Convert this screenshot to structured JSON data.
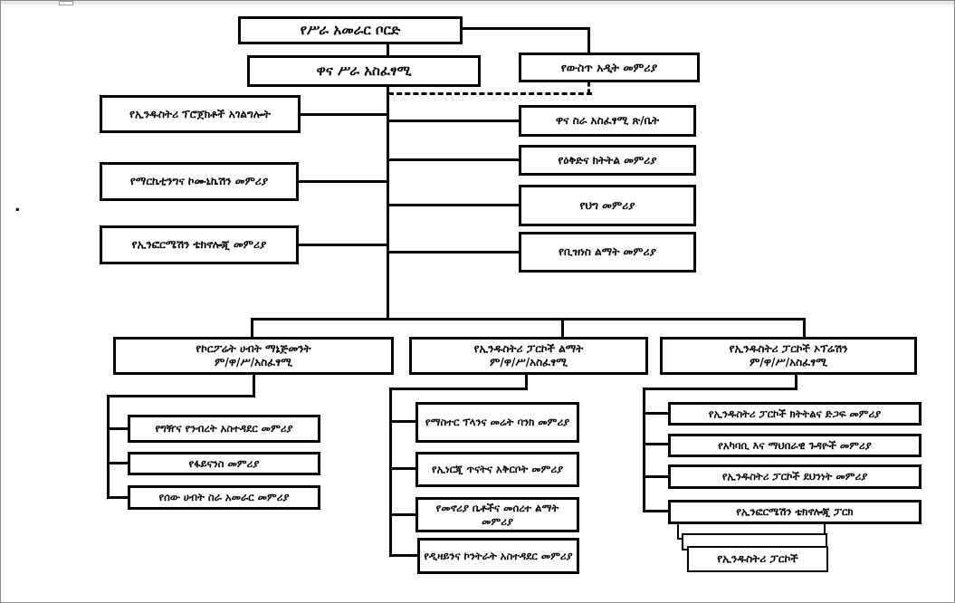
{
  "page": {
    "stray_mark": ".",
    "colors": {
      "line": "#000000",
      "box_fill": "#ffffff",
      "box_border": "#000000",
      "page_edge": "#e8e8e8"
    }
  },
  "chart": {
    "board": "የሥራ አመራር ቦርድ",
    "ceo": "ዋና ሥራ አስፈፃሚ",
    "internal_audit": "የውስጥ አዲት መምሪያ",
    "left_staff": [
      "የኢንዱስትሪ ፕሮጀክቶች አገልግሎት",
      "የማርኬቲንግና ኮሙኒኬሽን መምሪያ",
      "የኢንፎርሜሽን ቴክኖሎጂ መምሪያ"
    ],
    "right_staff": [
      "ዋና ስራ አስፈፃሚ ጽ/ቤት",
      "የዕቅድና ክትትል መምሪያ",
      "የህግ መምሪያ",
      "የቢዝነስ ልማት መምሪያ"
    ],
    "deputies": [
      {
        "title": "የኮርፖሬት ሀብት ማኔጅመንት",
        "subtitle": "ም/ዋ/ሥ/አስፈፃሚ"
      },
      {
        "title": "የኢንዱስትሪ ፓርኮች ልማት",
        "subtitle": "ም/ዋ/ሥ/አስፈፃሚ"
      },
      {
        "title": "የኢንዱስትሪ ፓርኮች ኦፕሬሽን",
        "subtitle": "ም/ዋ/ሥ/አስፈፃሚ"
      }
    ],
    "corporate_departments": [
      "የግዥና የንብረት አስተዳደር መምሪያ",
      "የፋይናንስ መምሪያ",
      "የሰው ሀብት ስራ አመራር መምሪያ"
    ],
    "development_departments": [
      "የማስተር ፕላንና መሬት ባንክ መምሪያ",
      "የኢነርጂ ጥናትና አቅርቦት መምሪያ",
      "የመኖሪያ ቤቶችና መሰረተ ልማት መምሪያ",
      "የዲዛይንና ኮንትራት አስተዳደር መምሪያ"
    ],
    "operation_departments": [
      "የኢንዱስትሪ ፓርኮች ክትትልና ድጋፍ መምሪያ",
      "የአካባቢ እና ማህበራዊ ጉዳዮች መምሪያ",
      "የኢንዱስትሪ ፓርኮች ደህንነት መምሪያ",
      "የኢንፎርሜሽን ቴክኖሎጂ ፓርክ"
    ],
    "parks_stack": "የኢንዱስትሪ ፓርኮች"
  }
}
